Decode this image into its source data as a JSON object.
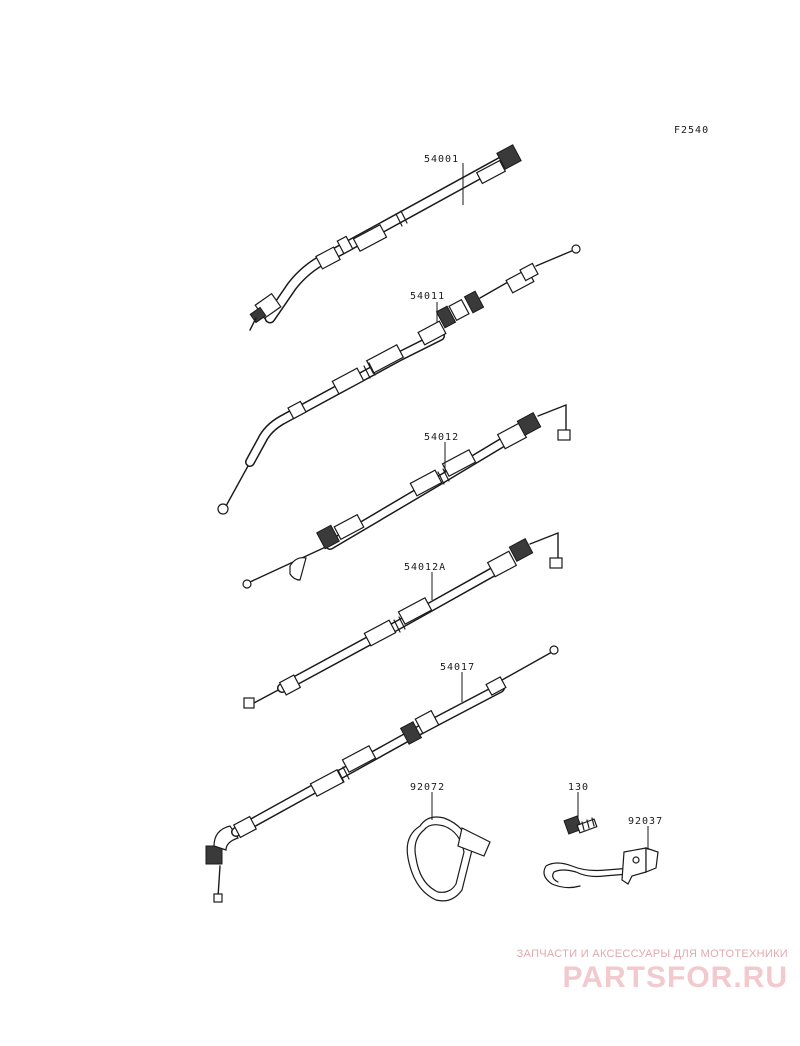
{
  "figure": {
    "code": "F2540"
  },
  "parts": [
    {
      "number": "54001"
    },
    {
      "number": "54011"
    },
    {
      "number": "54012"
    },
    {
      "number": "54012A"
    },
    {
      "number": "54017"
    },
    {
      "number": "92072"
    },
    {
      "number": "130"
    },
    {
      "number": "92037"
    }
  ],
  "watermark": {
    "caption": "ЗАПЧАСТИ И АКСЕССУАРЫ ДЛЯ МОТОТЕХНИКИ",
    "logo": "PARTSFOR.RU",
    "color": "#e8a5ab"
  }
}
